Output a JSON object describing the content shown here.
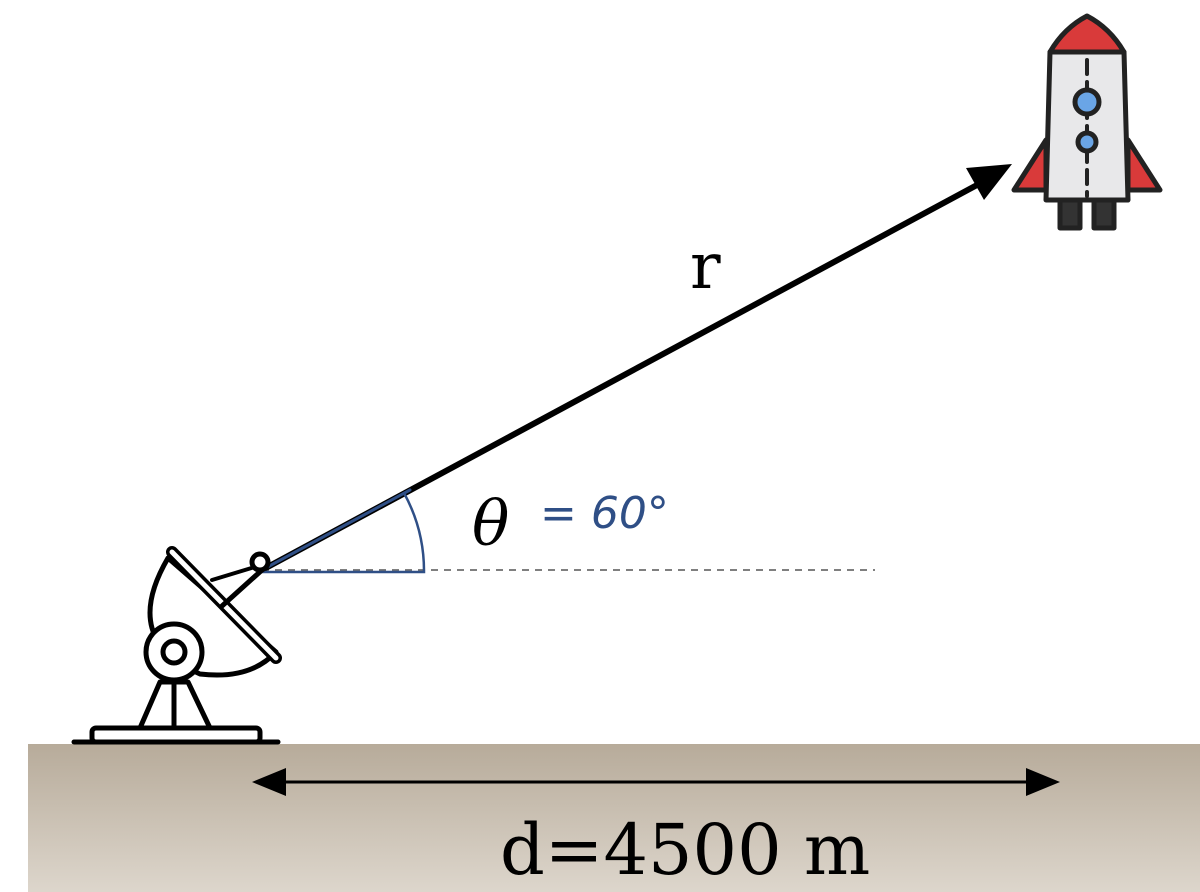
{
  "diagram": {
    "vector_label": "r",
    "angle_symbol": "θ",
    "angle_annotation": "= 60°",
    "distance_label": "d=4500 m"
  },
  "colors": {
    "ground_top": "#b7ab9a",
    "ground_bottom": "#ddd6cc",
    "rocket_red": "#d93a3a",
    "rocket_body": "#e8e8ea",
    "rocket_window": "#6aa5e6",
    "angle_ink": "#2f4f86",
    "line": "#000000"
  },
  "icons": [
    "radar-dish-icon",
    "rocket-icon"
  ]
}
